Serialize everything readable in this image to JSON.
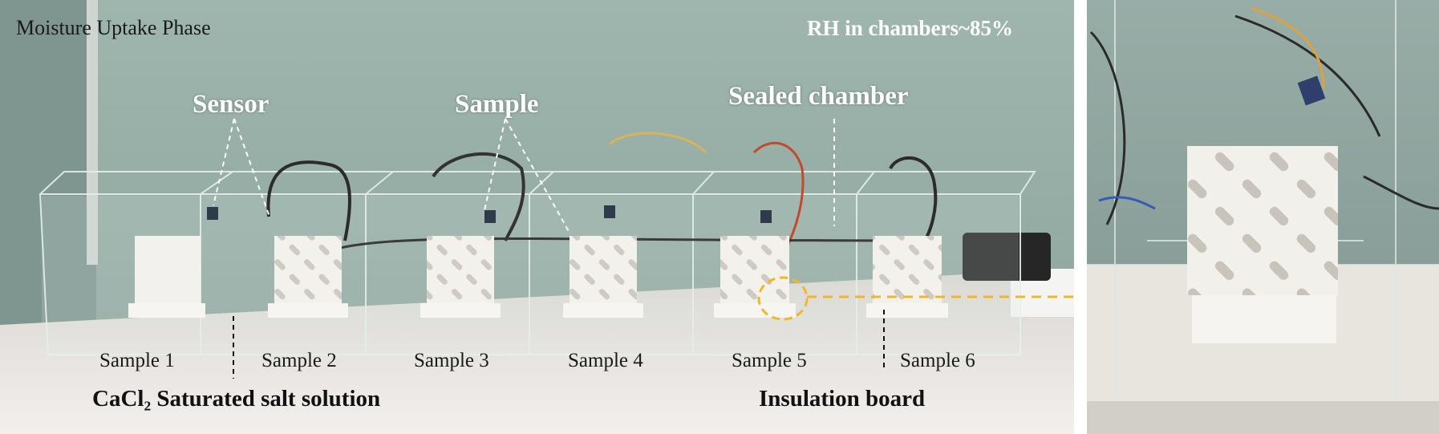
{
  "panel_left": {
    "title": "Moisture Uptake Phase",
    "condition": "RH in chambers~85%",
    "callouts": [
      "Sensor",
      "Sample",
      "Sealed chamber"
    ],
    "sample_labels": [
      "Sample 1",
      "Sample 2",
      "Sample 3",
      "Sample 4",
      "Sample 5",
      "Sample 6"
    ],
    "bottom_labels": {
      "salt": "CaCl₂  Saturated salt solution",
      "board": "Insulation board"
    }
  },
  "colors": {
    "wall": "#8fa7a0",
    "table": "#ece9e5",
    "highlight": "#f0b72a",
    "label_white": "#ffffff"
  }
}
